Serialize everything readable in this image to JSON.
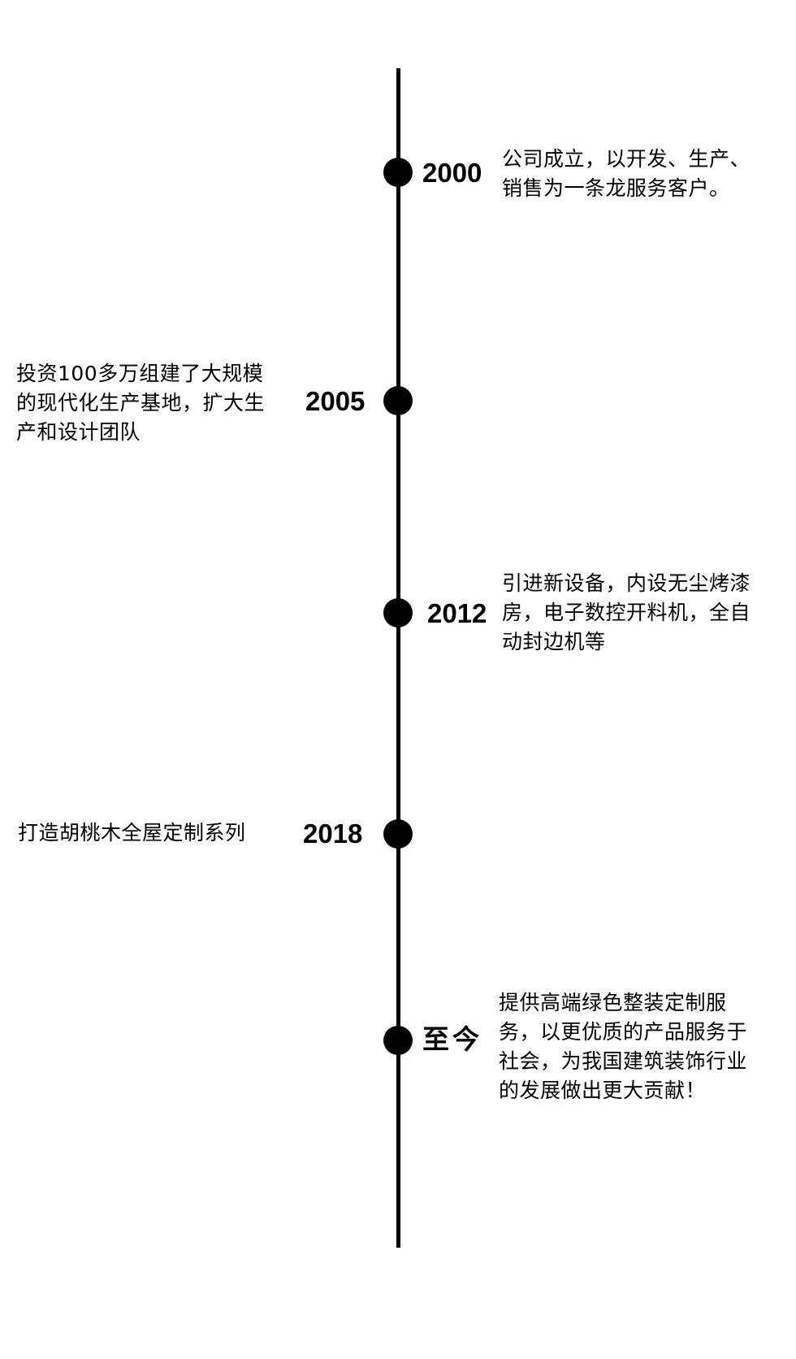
{
  "timeline": {
    "events": [
      {
        "year": "2000",
        "lines": [
          "公司成立，以开发、生产、",
          "销售为一条龙服务客户。"
        ]
      },
      {
        "year": "2005",
        "lines": [
          "投资100多万组建了大规模",
          "的现代化生产基地，扩大生",
          "产和设计团队"
        ]
      },
      {
        "year": "2012",
        "lines": [
          "引进新设备，内设无尘烤漆",
          "房，电子数控开料机，全自",
          "动封边机等"
        ]
      },
      {
        "year": "2018",
        "lines": [
          "打造胡桃木全屋定制系列"
        ]
      },
      {
        "year": "至今",
        "lines": [
          "提供高端绿色整装定制服",
          "务，以更优质的产品服务于",
          "社会，为我国建筑装饰行业",
          "的发展做出更大贡献！"
        ]
      }
    ]
  }
}
